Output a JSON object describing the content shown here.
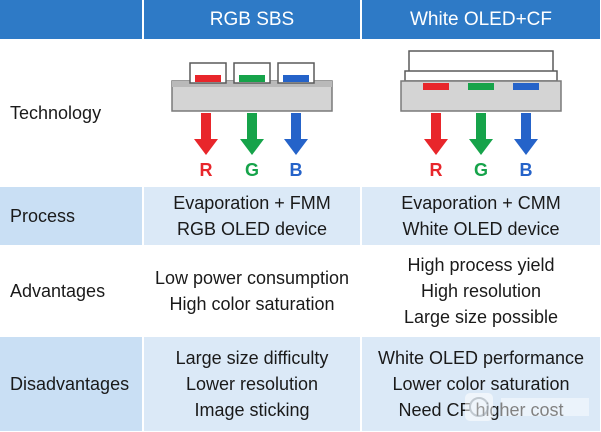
{
  "table": {
    "headers": [
      "",
      "RGB SBS",
      "White OLED+CF"
    ],
    "rows": [
      {
        "label": "Technology",
        "rgb_sbs": {
          "diagram": "rgb-sbs-emitter-diagram",
          "arrow_letters": [
            "R",
            "G",
            "B"
          ]
        },
        "white_oled_cf": {
          "diagram": "white-oled-color-filter-diagram",
          "arrow_letters": [
            "R",
            "G",
            "B"
          ]
        }
      },
      {
        "label": "Process",
        "rgb_sbs": [
          "Evaporation + FMM",
          "RGB OLED device"
        ],
        "white_oled_cf": [
          "Evaporation + CMM",
          "White OLED device"
        ]
      },
      {
        "label": "Advantages",
        "rgb_sbs": [
          "Low power consumption",
          "High color saturation"
        ],
        "white_oled_cf": [
          "High process yield",
          "High resolution",
          "Large size possible"
        ]
      },
      {
        "label": "Disadvantages",
        "rgb_sbs": [
          "Large size difficulty",
          "Lower resolution",
          "Image sticking"
        ],
        "white_oled_cf": [
          "White OLED performance",
          "Lower color saturation",
          "Need CF higher cost"
        ]
      }
    ]
  },
  "colors": {
    "header_bg": "#2e7ac6",
    "red": "#e8262b",
    "green": "#16a34a",
    "blue": "#2563c9",
    "row_label_blue": "#c9dff4",
    "row_cell_blue": "#dbe9f7"
  }
}
